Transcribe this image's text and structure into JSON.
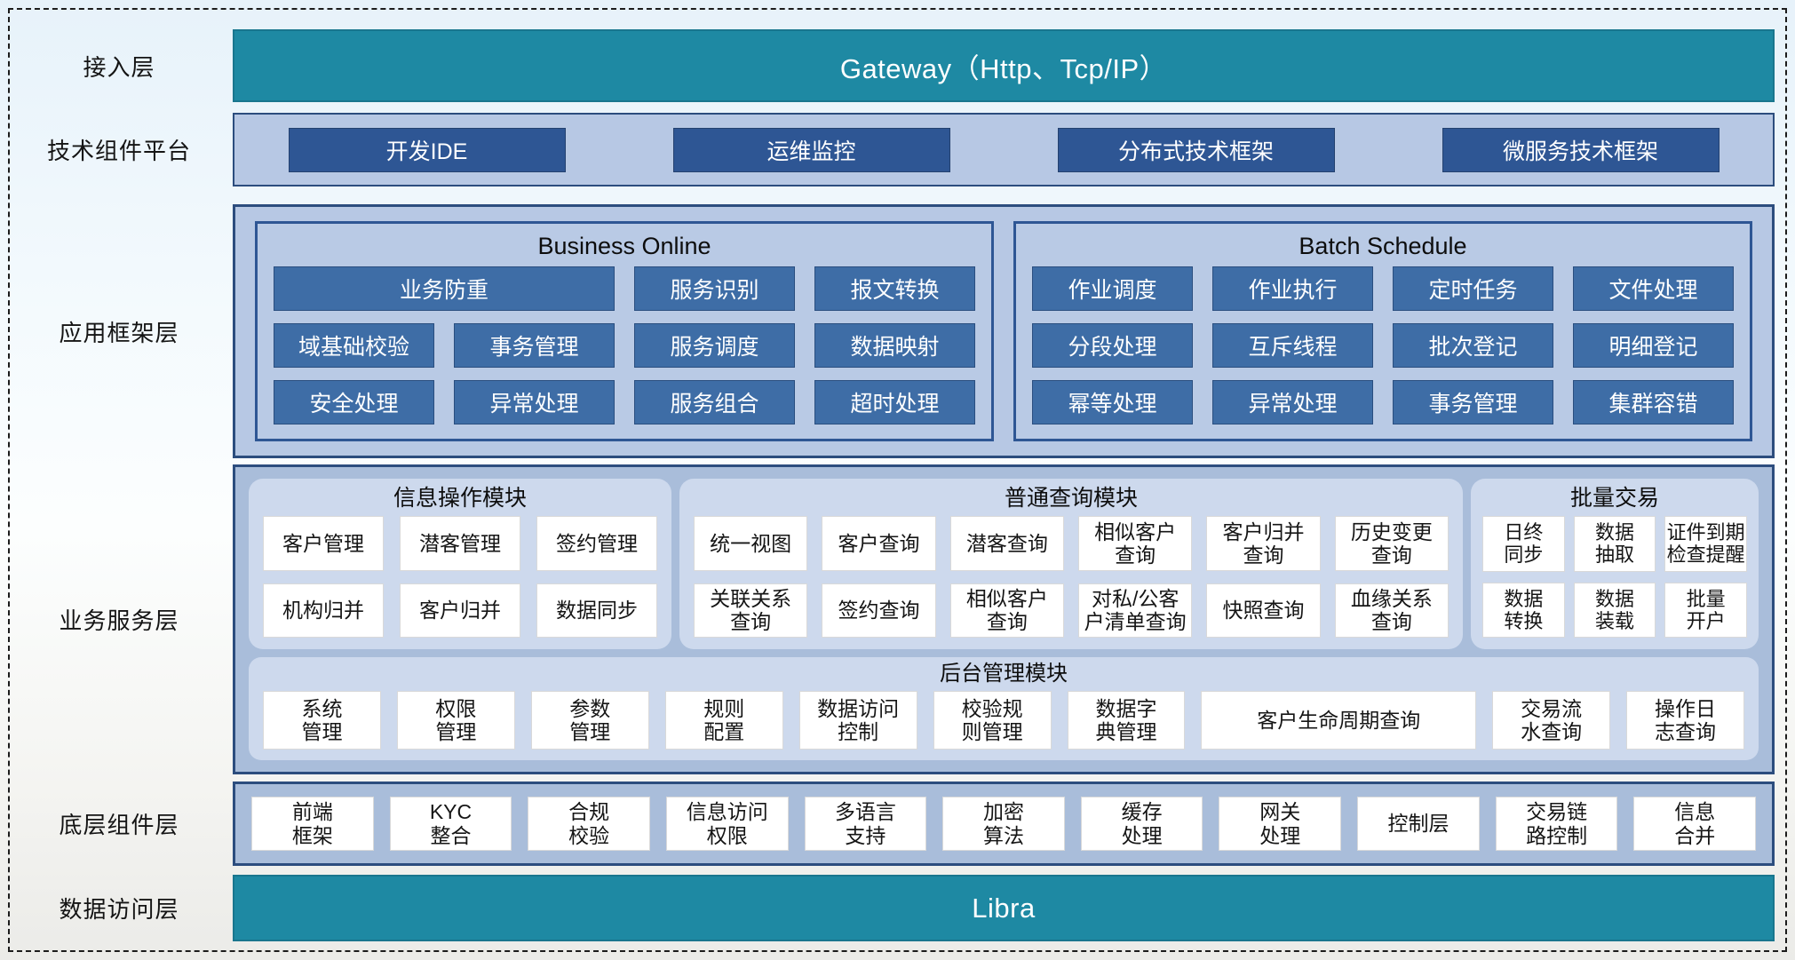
{
  "layers": {
    "access": "接入层",
    "tech": "技术组件平台",
    "app_framework": "应用框架层",
    "business_service": "业务服务层",
    "base_components": "底层组件层",
    "data_access": "数据访问层"
  },
  "gateway": {
    "label": "Gateway（Http、Tcp/IP）"
  },
  "tech_platform": {
    "items": [
      "开发IDE",
      "运维监控",
      "分布式技术框架",
      "微服务技术框架"
    ]
  },
  "app_framework": {
    "panels": [
      {
        "title": "Business Online",
        "items": [
          {
            "text": "业务防重",
            "span": 2
          },
          "服务识别",
          "报文转换",
          "域基础校验",
          "事务管理",
          "服务调度",
          "数据映射",
          "安全处理",
          "异常处理",
          "服务组合",
          "超时处理"
        ]
      },
      {
        "title": "Batch Schedule",
        "items": [
          "作业调度",
          "作业执行",
          "定时任务",
          "文件处理",
          "分段处理",
          "互斥线程",
          "批次登记",
          "明细登记",
          "幂等处理",
          "异常处理",
          "事务管理",
          "集群容错"
        ]
      }
    ]
  },
  "business_service": {
    "modules": [
      {
        "title": "信息操作模块",
        "items": [
          "客户管理",
          "潜客管理",
          "签约管理",
          "机构归并",
          "客户归并",
          "数据同步"
        ]
      },
      {
        "title": "普通查询模块",
        "items": [
          "统一视图",
          "客户查询",
          "潜客查询",
          "相似客户\n查询",
          "客户归并\n查询",
          "历史变更\n查询",
          "关联关系\n查询",
          "签约查询",
          "相似客户\n查询",
          "对私/公客\n户清单查询",
          "快照查询",
          "血缘关系\n查询"
        ]
      },
      {
        "title": "批量交易",
        "items": [
          "日终\n同步",
          "数据\n抽取",
          "证件到期\n检查提醒",
          "数据\n转换",
          "数据\n装载",
          "批量\n开户"
        ]
      }
    ],
    "admin": {
      "title": "后台管理模块",
      "items": [
        "系统\n管理",
        "权限\n管理",
        "参数\n管理",
        "规则\n配置",
        "数据访问\n控制",
        "校验规\n则管理",
        "数据字\n典管理",
        {
          "text": "客户生命周期查询",
          "flex": 2.35
        },
        "交易流\n水查询",
        "操作日\n志查询"
      ]
    }
  },
  "base_components": {
    "items": [
      "前端\n框架",
      "KYC\n整合",
      "合规\n校验",
      "信息访问\n权限",
      "多语言\n支持",
      "加密\n算法",
      "缓存\n处理",
      "网关\n处理",
      "控制层",
      "交易链\n路控制",
      "信息\n合并"
    ]
  },
  "data_access": {
    "label": "Libra"
  },
  "colors": {
    "teal": "#1E89A3",
    "dark_blue": "#2E5694",
    "steel_blue": "#3E6DA6",
    "container_fill": "#b7c8e4",
    "outer_fill": "#a9bdda",
    "module_fill": "#cdd9ed",
    "border_navy": "#2c4d7e"
  }
}
